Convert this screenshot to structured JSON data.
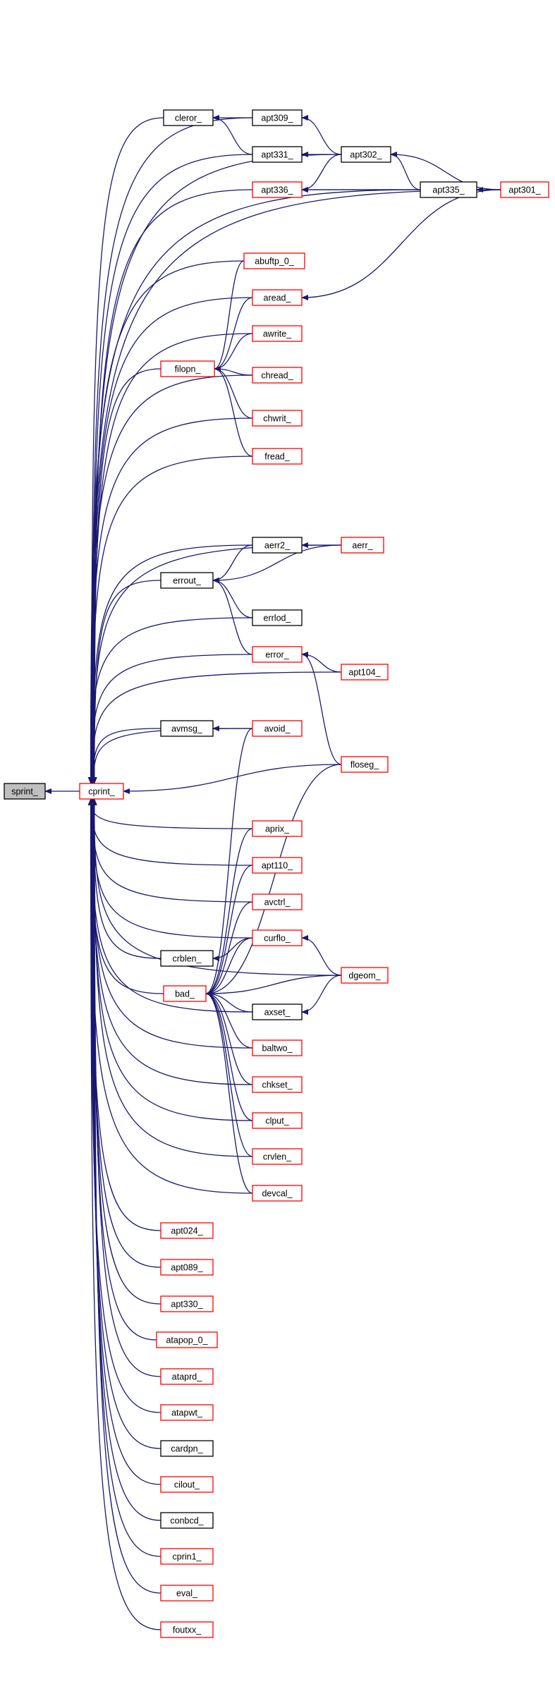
{
  "colors": {
    "edge": "#191970",
    "border_documented": "#000000",
    "border_undocumented": "#ff0000",
    "root_fill": "#bfbfbf",
    "node_fill": "#ffffff"
  },
  "nodes": [
    {
      "id": "sprint",
      "label": "sprint_",
      "style": "root"
    },
    {
      "id": "cprint",
      "label": "cprint_",
      "style": "red"
    },
    {
      "id": "cleror",
      "label": "cleror_",
      "style": "black"
    },
    {
      "id": "apt309",
      "label": "apt309_",
      "style": "black"
    },
    {
      "id": "apt331",
      "label": "apt331_",
      "style": "black"
    },
    {
      "id": "apt302",
      "label": "apt302_",
      "style": "black"
    },
    {
      "id": "apt336",
      "label": "apt336_",
      "style": "red"
    },
    {
      "id": "apt335",
      "label": "apt335_",
      "style": "black"
    },
    {
      "id": "apt301",
      "label": "apt301_",
      "style": "red"
    },
    {
      "id": "abuftp0",
      "label": "abuftp_0_",
      "style": "red"
    },
    {
      "id": "aread",
      "label": "aread_",
      "style": "red"
    },
    {
      "id": "awrite",
      "label": "awrite_",
      "style": "red"
    },
    {
      "id": "filopn",
      "label": "filopn_",
      "style": "red"
    },
    {
      "id": "chread",
      "label": "chread_",
      "style": "red"
    },
    {
      "id": "chwrit",
      "label": "chwrit_",
      "style": "red"
    },
    {
      "id": "fread",
      "label": "fread_",
      "style": "red"
    },
    {
      "id": "aerr2",
      "label": "aerr2_",
      "style": "black"
    },
    {
      "id": "aerr",
      "label": "aerr_",
      "style": "red"
    },
    {
      "id": "errout",
      "label": "errout_",
      "style": "black"
    },
    {
      "id": "errlod",
      "label": "errlod_",
      "style": "black"
    },
    {
      "id": "error",
      "label": "error_",
      "style": "red"
    },
    {
      "id": "apt104",
      "label": "apt104_",
      "style": "red"
    },
    {
      "id": "avmsg",
      "label": "avmsg_",
      "style": "black"
    },
    {
      "id": "avoid",
      "label": "avoid_",
      "style": "red"
    },
    {
      "id": "floseg",
      "label": "floseg_",
      "style": "red"
    },
    {
      "id": "aprix",
      "label": "aprix_",
      "style": "red"
    },
    {
      "id": "apt110",
      "label": "apt110_",
      "style": "red"
    },
    {
      "id": "avctrl",
      "label": "avctrl_",
      "style": "red"
    },
    {
      "id": "curflo",
      "label": "curflo_",
      "style": "red"
    },
    {
      "id": "crblen",
      "label": "crblen_",
      "style": "black"
    },
    {
      "id": "dgeom",
      "label": "dgeom_",
      "style": "red"
    },
    {
      "id": "bad",
      "label": "bad_",
      "style": "red"
    },
    {
      "id": "axset",
      "label": "axset_",
      "style": "black"
    },
    {
      "id": "baltwo",
      "label": "baltwo_",
      "style": "red"
    },
    {
      "id": "chkset",
      "label": "chkset_",
      "style": "red"
    },
    {
      "id": "clput",
      "label": "clput_",
      "style": "red"
    },
    {
      "id": "crvlen",
      "label": "crvlen_",
      "style": "red"
    },
    {
      "id": "devcal",
      "label": "devcal_",
      "style": "red"
    },
    {
      "id": "apt024",
      "label": "apt024_",
      "style": "red"
    },
    {
      "id": "apt089",
      "label": "apt089_",
      "style": "red"
    },
    {
      "id": "apt330",
      "label": "apt330_",
      "style": "red"
    },
    {
      "id": "atapop0",
      "label": "atapop_0_",
      "style": "red"
    },
    {
      "id": "ataprd",
      "label": "ataprd_",
      "style": "red"
    },
    {
      "id": "atapwt",
      "label": "atapwt_",
      "style": "red"
    },
    {
      "id": "cardpn",
      "label": "cardpn_",
      "style": "black"
    },
    {
      "id": "cilout",
      "label": "cilout_",
      "style": "red"
    },
    {
      "id": "conbcd",
      "label": "conbcd_",
      "style": "black"
    },
    {
      "id": "cprin1",
      "label": "cprin1_",
      "style": "red"
    },
    {
      "id": "eval",
      "label": "eval_",
      "style": "red"
    },
    {
      "id": "foutxx",
      "label": "foutxx_",
      "style": "red"
    }
  ],
  "edges": [
    [
      "cprint",
      "sprint"
    ],
    [
      "cleror",
      "cprint"
    ],
    [
      "apt309",
      "cprint"
    ],
    [
      "apt331",
      "cprint"
    ],
    [
      "apt302",
      "cprint"
    ],
    [
      "apt336",
      "cprint"
    ],
    [
      "apt335",
      "cprint"
    ],
    [
      "apt301",
      "cprint"
    ],
    [
      "abuftp0",
      "cprint"
    ],
    [
      "aread",
      "cprint"
    ],
    [
      "awrite",
      "cprint"
    ],
    [
      "filopn",
      "cprint"
    ],
    [
      "chread",
      "cprint"
    ],
    [
      "chwrit",
      "cprint"
    ],
    [
      "fread",
      "cprint"
    ],
    [
      "aerr2",
      "cprint"
    ],
    [
      "aerr",
      "cprint"
    ],
    [
      "errout",
      "cprint"
    ],
    [
      "errlod",
      "cprint"
    ],
    [
      "error",
      "cprint"
    ],
    [
      "apt104",
      "cprint"
    ],
    [
      "avmsg",
      "cprint"
    ],
    [
      "avoid",
      "cprint"
    ],
    [
      "floseg",
      "cprint"
    ],
    [
      "aprix",
      "cprint"
    ],
    [
      "apt110",
      "cprint"
    ],
    [
      "avctrl",
      "cprint"
    ],
    [
      "curflo",
      "cprint"
    ],
    [
      "crblen",
      "cprint"
    ],
    [
      "dgeom",
      "cprint"
    ],
    [
      "bad",
      "cprint"
    ],
    [
      "axset",
      "cprint"
    ],
    [
      "baltwo",
      "cprint"
    ],
    [
      "chkset",
      "cprint"
    ],
    [
      "clput",
      "cprint"
    ],
    [
      "crvlen",
      "cprint"
    ],
    [
      "devcal",
      "cprint"
    ],
    [
      "apt024",
      "cprint"
    ],
    [
      "apt089",
      "cprint"
    ],
    [
      "apt330",
      "cprint"
    ],
    [
      "atapop0",
      "cprint"
    ],
    [
      "ataprd",
      "cprint"
    ],
    [
      "atapwt",
      "cprint"
    ],
    [
      "cardpn",
      "cprint"
    ],
    [
      "cilout",
      "cprint"
    ],
    [
      "conbcd",
      "cprint"
    ],
    [
      "cprin1",
      "cprint"
    ],
    [
      "eval",
      "cprint"
    ],
    [
      "foutxx",
      "cprint"
    ],
    [
      "apt309",
      "cleror"
    ],
    [
      "apt331",
      "cleror"
    ],
    [
      "apt302",
      "apt309"
    ],
    [
      "apt302",
      "apt331"
    ],
    [
      "apt335",
      "apt302"
    ],
    [
      "apt301",
      "apt302"
    ],
    [
      "apt302",
      "apt336"
    ],
    [
      "apt335",
      "apt336"
    ],
    [
      "apt301",
      "apt336"
    ],
    [
      "apt301",
      "apt335"
    ],
    [
      "apt301",
      "aread"
    ],
    [
      "abuftp0",
      "filopn"
    ],
    [
      "aread",
      "filopn"
    ],
    [
      "awrite",
      "filopn"
    ],
    [
      "chread",
      "filopn"
    ],
    [
      "chwrit",
      "filopn"
    ],
    [
      "fread",
      "filopn"
    ],
    [
      "aerr",
      "aerr2"
    ],
    [
      "aerr2",
      "errout"
    ],
    [
      "aerr",
      "errout"
    ],
    [
      "errlod",
      "errout"
    ],
    [
      "error",
      "errout"
    ],
    [
      "apt104",
      "error"
    ],
    [
      "floseg",
      "error"
    ],
    [
      "avoid",
      "avmsg"
    ],
    [
      "dgeom",
      "curflo"
    ],
    [
      "dgeom",
      "axset"
    ],
    [
      "curflo",
      "crblen"
    ],
    [
      "avoid",
      "bad"
    ],
    [
      "floseg",
      "bad"
    ],
    [
      "aprix",
      "bad"
    ],
    [
      "apt110",
      "bad"
    ],
    [
      "avctrl",
      "bad"
    ],
    [
      "curflo",
      "bad"
    ],
    [
      "dgeom",
      "bad"
    ],
    [
      "axset",
      "bad"
    ],
    [
      "baltwo",
      "bad"
    ],
    [
      "chkset",
      "bad"
    ],
    [
      "clput",
      "bad"
    ],
    [
      "crvlen",
      "bad"
    ],
    [
      "devcal",
      "bad"
    ]
  ]
}
